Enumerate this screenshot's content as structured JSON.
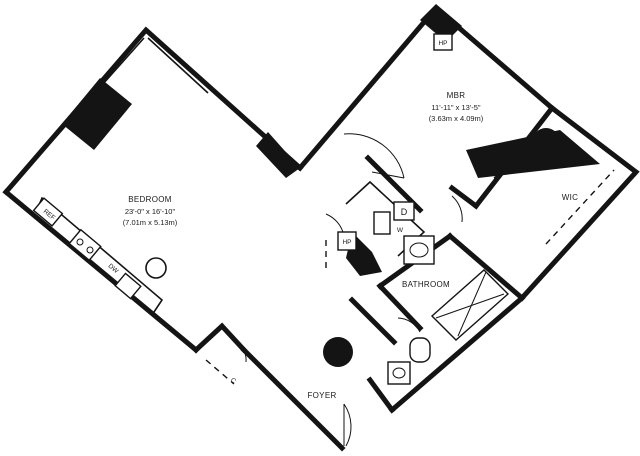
{
  "plan": {
    "rooms": [
      {
        "id": "bedroom",
        "name": "BEDROOM",
        "dims_imperial": "23'-0\" x 16'-10\"",
        "dims_metric": "(7.01m x 5.13m)"
      },
      {
        "id": "mbr",
        "name": "MBR",
        "dims_imperial": "11'-11\" x 13'-5\"",
        "dims_metric": "(3.63m x 4.09m)"
      },
      {
        "id": "bathroom",
        "name": "BATHROOM"
      },
      {
        "id": "wic",
        "name": "WIC"
      },
      {
        "id": "foyer",
        "name": "FOYER"
      }
    ],
    "fixtures": {
      "ref": "REF",
      "dw": "DW",
      "hp_top": "HP",
      "hp_closet": "HP",
      "d": "D",
      "w": "W",
      "closet_c": "C"
    }
  },
  "colors": {
    "ink": "#141414",
    "paper": "#ffffff"
  }
}
